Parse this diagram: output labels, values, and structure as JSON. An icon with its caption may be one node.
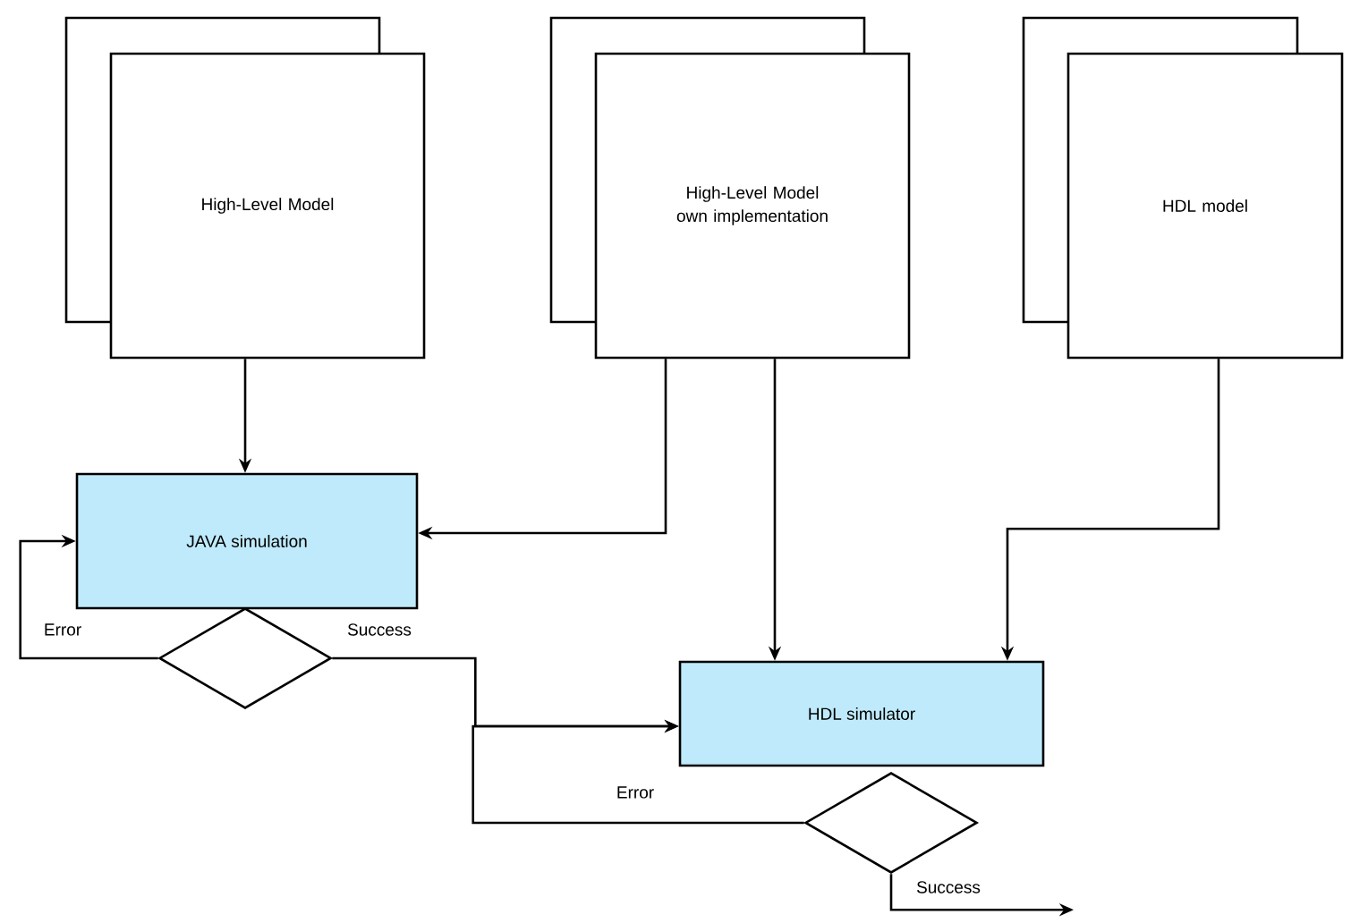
{
  "diagram": {
    "nodes": [
      {
        "text": [
          "High-Level Model"
        ]
      },
      {
        "text": [
          "High-Level Model own implementation"
        ]
      },
      {
        "text": [
          "HDL model"
        ]
      },
      {
        "text": [
          "JAVA simulation"
        ]
      },
      {
        "text": [],
        "shape": "diamond"
      },
      {
        "text": [
          "HDL simulator"
        ]
      },
      {
        "text": [],
        "shape": "diamond"
      }
    ],
    "edges": [
      {
        "from": 0,
        "to": 3,
        "arrow": "to"
      },
      {
        "from": 1,
        "to": 3,
        "arrow": "to"
      },
      {
        "from": 1,
        "to": 5,
        "arrow": "to"
      },
      {
        "from": 2,
        "to": 5,
        "arrow": "to"
      },
      {
        "from": 4,
        "to": 3,
        "arrow": "to",
        "label": "Error"
      },
      {
        "from": 4,
        "to": 5,
        "arrow": "to",
        "label": "Success"
      },
      {
        "from": 6,
        "to": 5,
        "arrow": "to",
        "label": "Error"
      },
      {
        "from": 6,
        "to": null,
        "arrow": "to",
        "label": "Success"
      }
    ]
  }
}
